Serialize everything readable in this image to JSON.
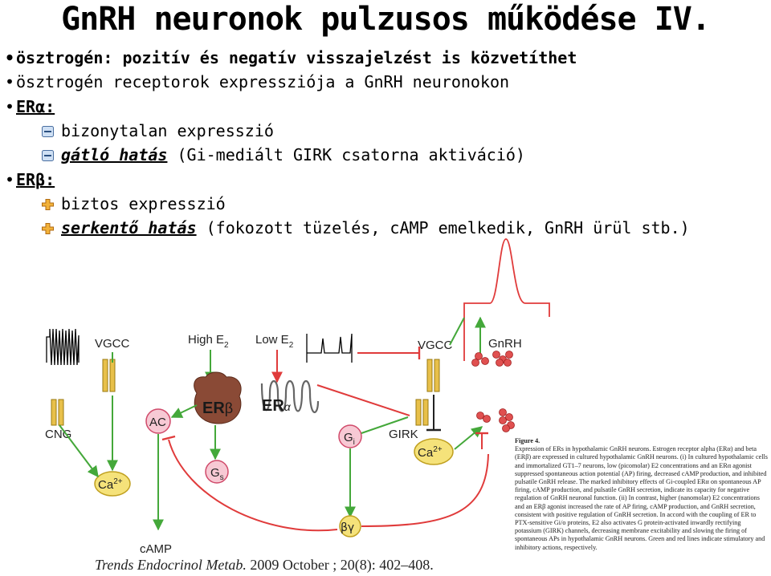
{
  "title": "GnRH neuronok pulzusos működése IV.",
  "bullets": [
    {
      "text": "ösztrogén: pozitív és negatív visszajelzést is közvetíthet"
    },
    {
      "text": "ösztrogén receptorok expressziója a GnRH neuronokon"
    },
    {
      "text": "ERα:"
    },
    {
      "text": "ERβ:"
    }
  ],
  "era_items": [
    {
      "plain": "bizonytalan expresszió"
    },
    {
      "emph": "gátló hatás",
      "rest": " (Gi-mediált GIRK csatorna aktiváció)"
    }
  ],
  "erb_items": [
    {
      "plain": "biztos expresszió"
    },
    {
      "emph": "serkentő hatás",
      "rest": " (fokozott tüzelés, cAMP emelkedik, GnRH ürül stb.)"
    }
  ],
  "diagram_labels": {
    "vgcc_left": "VGCC",
    "high_e2": "High E",
    "low_e2": "Low E",
    "e2_sub": "2",
    "vgcc_right": "VGCC",
    "gnrh": "GnRH",
    "cng": "CNG",
    "ac": "AC",
    "erb_er": "ER",
    "erb_beta": "β",
    "era_er": "ER",
    "era_alpha": "α",
    "gi_g": "G",
    "gi_sub": "i",
    "girk": "GIRK",
    "ca_left": "Ca",
    "ca_left_sup": "2+",
    "ca_right": "Ca",
    "ca_right_sup": "2+",
    "gs_g": "G",
    "gs_sub": "s",
    "bg": "βγ",
    "camp": "cAMP"
  },
  "colors": {
    "green": "#44a83a",
    "red": "#e03b3b",
    "membrane_head": "#9a9a9a",
    "channel": "#e8c04a",
    "pink": "#f7c9d4",
    "pink_border": "#d04a6a",
    "yellow": "#f5e27a",
    "receptor_brown": "#8a4a36"
  },
  "caption": {
    "label": "Figure 4.",
    "text": "Expression of ERs in hypothalamic GnRH neurons. Estrogen receptor alpha (ERα) and beta (ERβ) are expressed in cultured hypothalamic GnRH neurons. (i) In cultured hypothalamic cells and immortalized GT1–7 neurons, low (picomolar) E2 concentrations and an ERα agonist suppressed spontaneous action potential (AP) firing, decreased cAMP production, and inhibited pulsatile GnRH release. The marked inhibitory effects of Gi-coupled ERα on spontaneous AP firing, cAMP production, and pulsatile GnRH secretion, indicate its capacity for negative regulation of GnRH neuronal function. (ii) In contrast, higher (nanomolar) E2 concentrations and an ERβ agonist increased the rate of AP firing, cAMP production, and GnRH secretion, consistent with positive regulation of GnRH secretion. In accord with the coupling of ER to PTX-sensitive Gi/o proteins, E2 also activates G protein-activated inwardly rectifying potassium (GIRK) channels, decreasing membrane excitability and slowing the firing of spontaneous APs in hypothalamic GnRH neurons. Green and red lines indicate stimulatory and inhibitory actions, respectively."
  },
  "citation": {
    "journal": "Trends Endocrinol Metab.",
    "details": " 2009 October ; 20(8): 402–408."
  }
}
